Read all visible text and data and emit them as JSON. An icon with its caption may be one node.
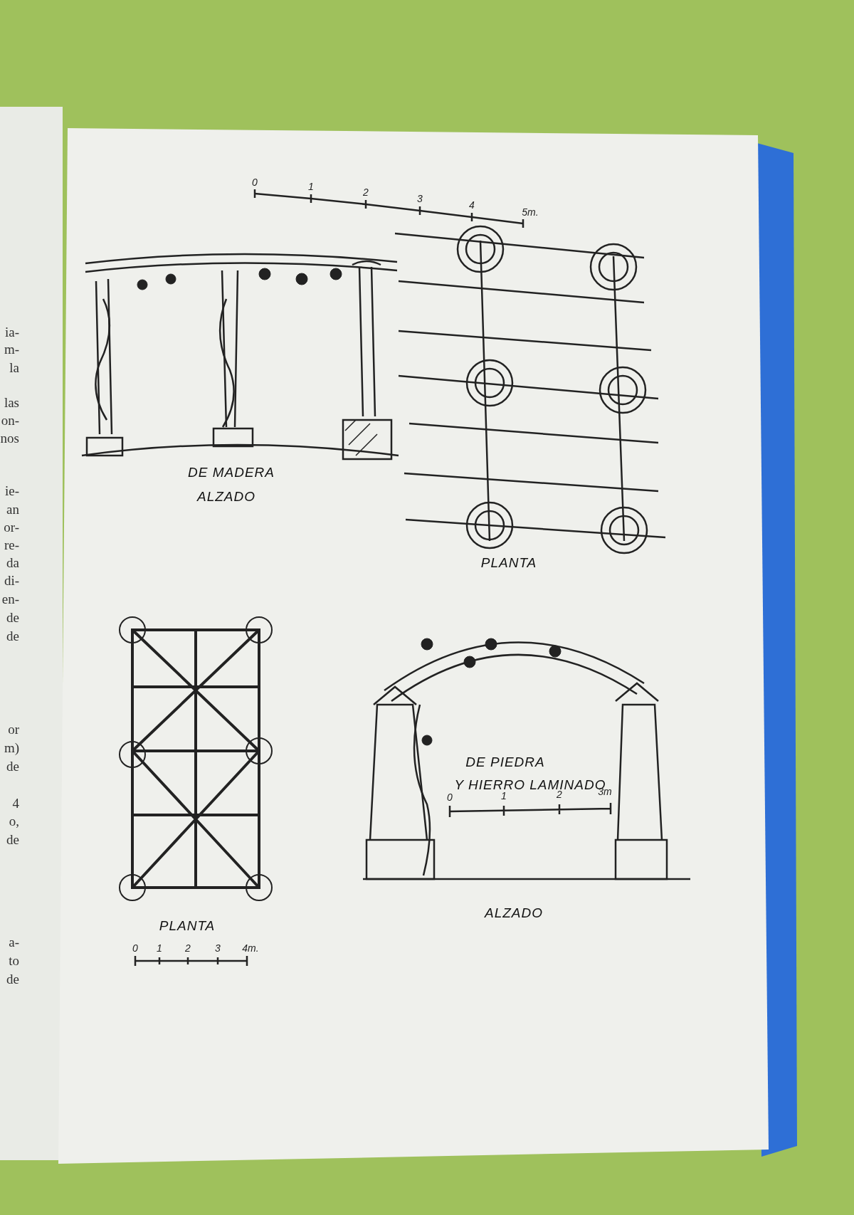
{
  "diagram": {
    "labels": [
      "ia-",
      "m-",
      "la",
      "las",
      "on-",
      "nos",
      "ie-",
      "an",
      "or-",
      "re-",
      "da",
      "di-",
      "en-",
      "de",
      "de",
      "or",
      "m)",
      "de",
      "4",
      "o,",
      "de",
      "a-",
      "to",
      "de",
      "0",
      "1",
      "2",
      "3",
      "4",
      "5m.",
      "DE MADERA",
      "ALZADO",
      "PLANTA",
      "DE PIEDRA",
      "Y HIERRO LAMINADO",
      "0",
      "1",
      "2",
      "3m",
      "PLANTA",
      "0",
      "1",
      "2",
      "3",
      "4m.",
      "ALZADO"
    ]
  }
}
